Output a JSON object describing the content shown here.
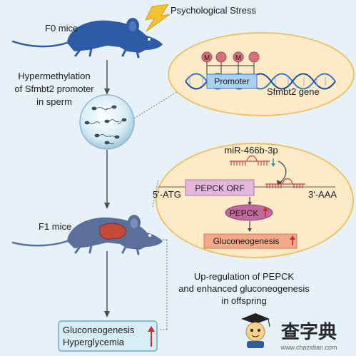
{
  "stress_label": "Psychological Stress",
  "f0_label": "F0 mice",
  "hypermethylation_text": [
    "Hypermethylation",
    "of Sfmbt2 promoter",
    "in sperm"
  ],
  "methyl_mark": "M",
  "promoter_label": "Promoter",
  "gene_label": "Sfmbt2 gene",
  "mirna_label": "miR-466b-3p",
  "atg_label": "5'-ATG",
  "orf_label": "PEPCK ORF",
  "aaa_label": "3'-AAA",
  "pepck_label": "PEPCK",
  "glucogenesis_box_label": "Gluconeogenesis",
  "f1_label": "F1 mice",
  "upregulation_text": [
    "Up-regulation of PEPCK",
    "and enhanced gluconeogenesis",
    "in offspring"
  ],
  "outcome_lines": [
    "Gluconeogenesis",
    "Hyperglycemia"
  ],
  "watermark_title": "查字典",
  "watermark_url": "www.chazidian.com",
  "colors": {
    "background": "#e6f1fa",
    "mouse": "#2f5aa6",
    "mouse_f1": "#5b6f9c",
    "ellipse_fill": "#fdebc8",
    "ellipse_stroke": "#f0c16c",
    "dna": "#3a78c8",
    "promoter_box": "#a8d0f0",
    "methyl": "#d8707a",
    "orf_box": "#e4b6dc",
    "pepck_oval": "#c06a9c",
    "gluco_box": "#f2a98a",
    "up_arrow": "#d42a2a",
    "mirna": "#c84040",
    "outcome_box": "#d6eef6",
    "arrow": "#4a4a4a",
    "lightning": "#f0c430"
  }
}
